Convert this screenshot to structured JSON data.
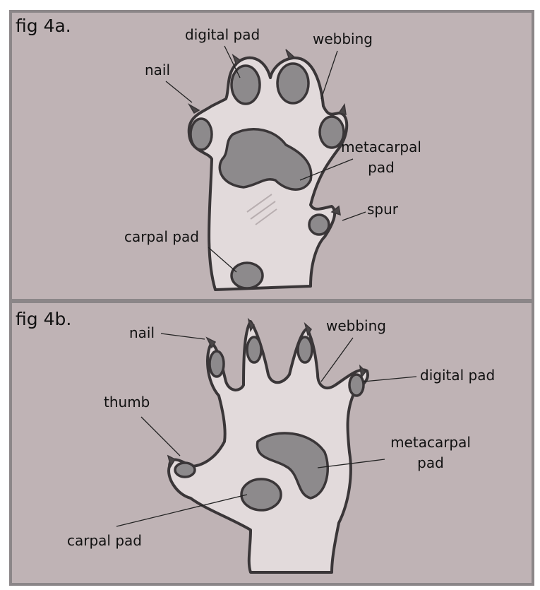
{
  "colors": {
    "panel": "#bfb3b5",
    "border": "#8b8688",
    "skin": "#e2dadb",
    "pad": "#8d8a8c",
    "ink": "#3a3638"
  },
  "fig_a": {
    "title": "fig 4a.",
    "labels": {
      "digital_pad": "digital pad",
      "webbing": "webbing",
      "nail": "nail",
      "metacarpal_1": "metacarpal",
      "metacarpal_2": "pad",
      "spur": "spur",
      "carpal_pad": "carpal pad"
    }
  },
  "fig_b": {
    "title": "fig 4b.",
    "labels": {
      "nail": "nail",
      "webbing": "webbing",
      "digital_pad": "digital pad",
      "thumb": "thumb",
      "metacarpal_1": "metacarpal",
      "metacarpal_2": "pad",
      "carpal_pad": "carpal pad"
    }
  }
}
